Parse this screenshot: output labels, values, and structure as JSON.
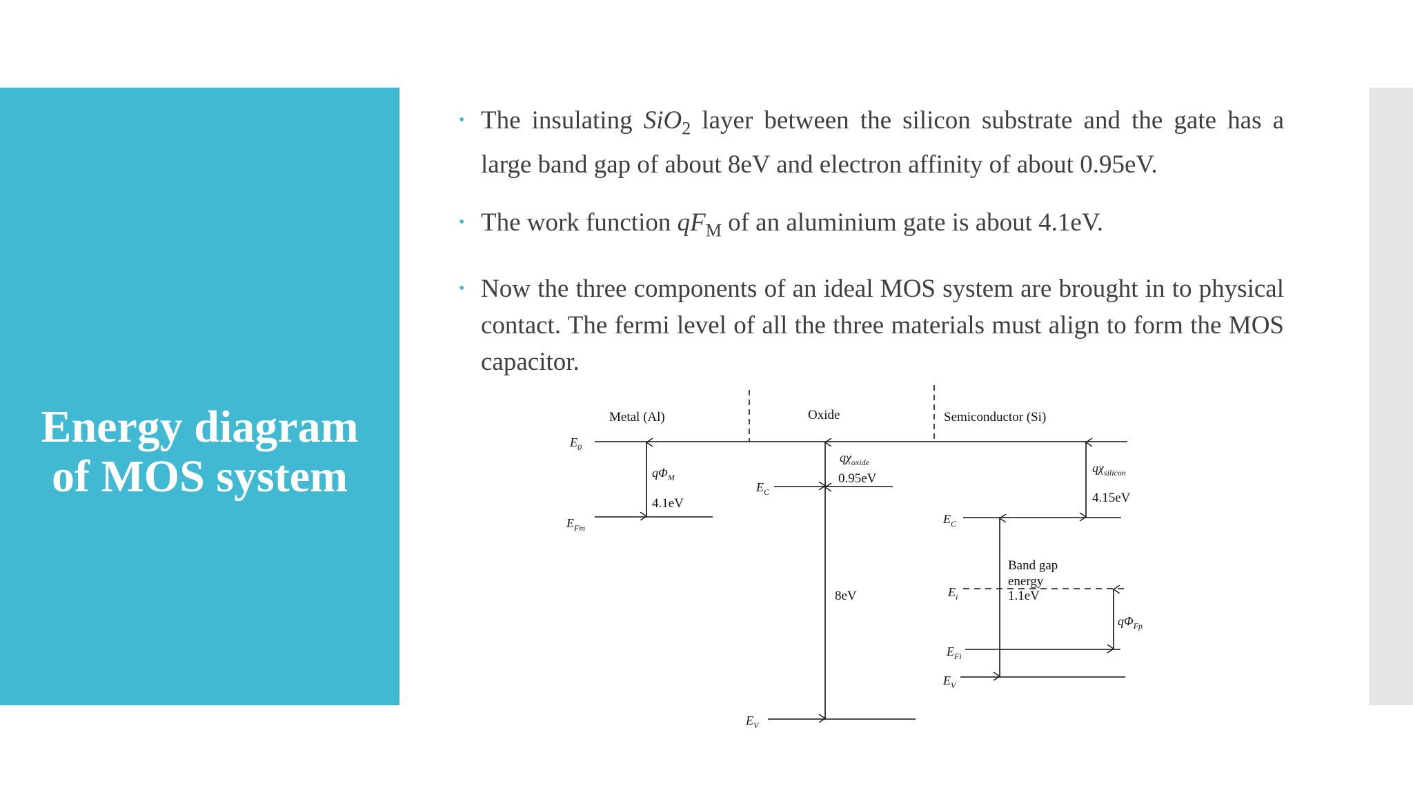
{
  "slide": {
    "title_line1": "Energy diagram",
    "title_line2": "of MOS system",
    "accent_color": "#41b9d3",
    "bullets": [
      {
        "before": "The insulating ",
        "math": "SiO",
        "math_sub": "2",
        "after": " layer between the silicon substrate and the gate has a large band gap of about 8eV and electron affinity of about 0.95eV."
      },
      {
        "before": "The work function ",
        "math": "qF",
        "math_sub": "M",
        "after": " of an aluminium gate is about 4.1eV."
      },
      {
        "before": "Now the three components of an ideal MOS system are brought in to physical contact. The fermi level of all the three materials must align to form the MOS capacitor.",
        "math": "",
        "math_sub": "",
        "after": ""
      }
    ]
  },
  "diagram": {
    "region_labels": {
      "metal": "Metal (Al)",
      "oxide": "Oxide",
      "semiconductor": "Semiconductor (Si)"
    },
    "levels": {
      "e0": "E",
      "e0_sub": "0",
      "efm": "E",
      "efm_sub": "Fm",
      "oxide_ec": "E",
      "oxide_ec_sub": "C",
      "oxide_ev": "E",
      "oxide_ev_sub": "V",
      "si_ec": "E",
      "si_ec_sub": "C",
      "si_ei": "E",
      "si_ei_sub": "i",
      "si_efi": "E",
      "si_efi_sub": "Fi",
      "si_ev": "E",
      "si_ev_sub": "V"
    },
    "quantities": {
      "q_phi_m": "qΦ",
      "q_phi_m_sub": "M",
      "work_function_value": "4.1eV",
      "q_chi_oxide": "qχ",
      "q_chi_oxide_sub": "oxide",
      "oxide_affinity_value": "0.95eV",
      "oxide_gap_value": "8eV",
      "q_chi_silicon": "qχ",
      "q_chi_silicon_sub": "silicon",
      "silicon_affinity_value": "4.15eV",
      "band_gap_line1": "Band gap",
      "band_gap_line2": "energy",
      "band_gap_value": "1.1eV",
      "q_phi_fp": "qΦ",
      "q_phi_fp_sub": "Fp"
    }
  }
}
